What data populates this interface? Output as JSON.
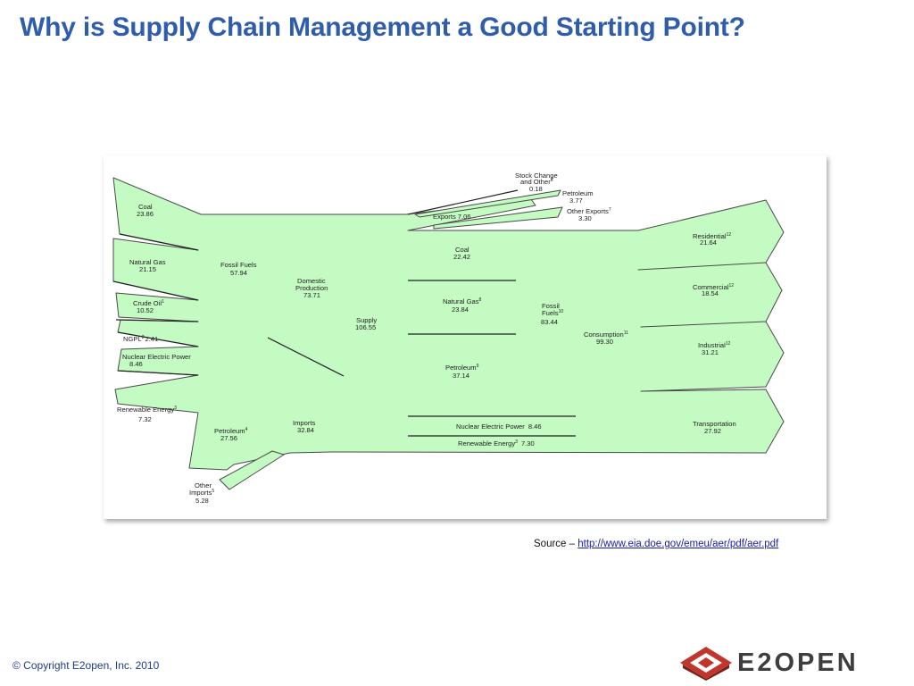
{
  "slide": {
    "title": "Why is Supply Chain Management a Good Starting Point?"
  },
  "diagram": {
    "inputs": {
      "coal": {
        "name": "Coal",
        "value": "23.86"
      },
      "natural_gas": {
        "name": "Natural Gas",
        "value": "21.15"
      },
      "crude_oil": {
        "name": "Crude Oil",
        "sup": "1",
        "value": "10.52"
      },
      "ngpl": {
        "name": "NGPL",
        "sup": "2",
        "value": "2.41"
      },
      "nuclear": {
        "name": "Nuclear Electric Power",
        "value": "8.46"
      },
      "renewable": {
        "name": "Renewable Energy",
        "sup": "3",
        "value": "7.32"
      }
    },
    "fossil_fuels": {
      "name": "Fossil Fuels",
      "value": "57.94"
    },
    "domestic_production": {
      "name_line1": "Domestic",
      "name_line2": "Production",
      "value": "73.71"
    },
    "supply": {
      "name": "Supply",
      "value": "106.55"
    },
    "imports": {
      "total": {
        "name": "Imports",
        "value": "32.84"
      },
      "petroleum": {
        "name": "Petroleum",
        "sup": "4",
        "value": "27.56"
      },
      "other": {
        "name_line1": "Other",
        "name_line2": "Imports",
        "sup": "5",
        "value": "5.28"
      }
    },
    "exports": {
      "stock_change": {
        "name_line1": "Stock Change",
        "name_line2": "and Other",
        "sup": "6",
        "value": "0.18"
      },
      "petroleum": {
        "name": "Petroleum",
        "value": "3.77"
      },
      "other": {
        "name": "Other Exports",
        "sup": "7",
        "value": "3.30"
      },
      "total": {
        "name": "Exports",
        "value": "7.06"
      }
    },
    "middle": {
      "coal": {
        "name": "Coal",
        "value": "22.42"
      },
      "natural_gas": {
        "name": "Natural Gas",
        "sup": "8",
        "value": "23.84"
      },
      "petroleum": {
        "name": "Petroleum",
        "sup": "9",
        "value": "37.14"
      },
      "fossil_fuels": {
        "name_line1": "Fossil",
        "name_line2": "Fuels",
        "sup": "10",
        "value": "83.44"
      },
      "nuclear": {
        "name": "Nuclear Electric Power",
        "value": "8.46"
      },
      "renewable": {
        "name": "Renewable Energy",
        "sup": "3",
        "value": "7.30"
      }
    },
    "consumption": {
      "name": "Consumption",
      "sup": "11",
      "value": "99.30"
    },
    "sectors": {
      "residential": {
        "name": "Residential",
        "sup": "12",
        "value": "21.64"
      },
      "commercial": {
        "name": "Commercial",
        "sup": "12",
        "value": "18.54"
      },
      "industrial": {
        "name": "Industrial",
        "sup": "12",
        "value": "31.21"
      },
      "transportation": {
        "name": "Transportation",
        "value": "27.92"
      }
    }
  },
  "source": {
    "prefix": "Source – ",
    "link_text": "http://www.eia.doe.gov/emeu/aer/pdf/aer.pdf"
  },
  "footer": {
    "copyright": "© Copyright E2open, Inc. 2010",
    "logo_text": "E2OPEN",
    "logo_icon": "e2open-diamond-logo-icon"
  },
  "colors": {
    "title": "#2f5dab",
    "flow_fill": "#c3fbc3",
    "logo_red": "#c0362c",
    "link": "#1a1aa8"
  }
}
